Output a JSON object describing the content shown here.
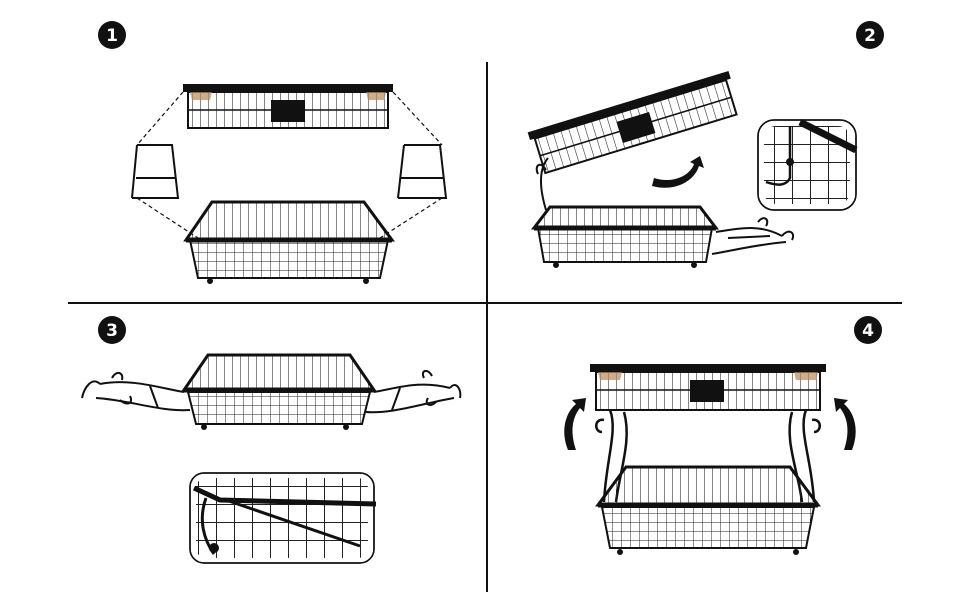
{
  "steps": [
    {
      "number": "1"
    },
    {
      "number": "2"
    },
    {
      "number": "3"
    },
    {
      "number": "4"
    }
  ],
  "colors": {
    "ink": "#111111",
    "background": "#ffffff",
    "badge_fill": "#111111",
    "badge_text": "#ffffff",
    "wood": "#b88a5a"
  },
  "icons": {
    "step_badge": "filled-circle-numeral",
    "curved_arrow": "curved-arrow-icon",
    "zoom_inset": "rounded-rect-detail"
  }
}
